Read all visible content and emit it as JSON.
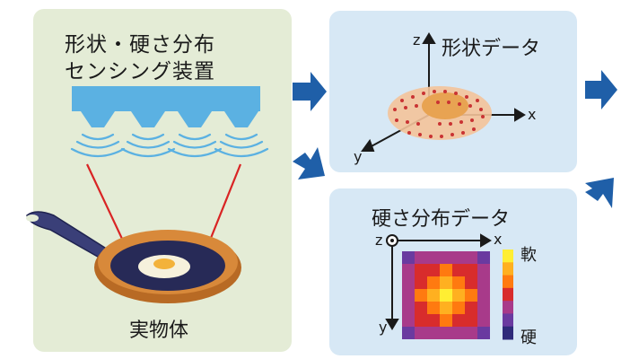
{
  "device": {
    "title_line1": "形状・硬さ分布",
    "title_line2": "センシング装置"
  },
  "object": {
    "label": "実物体"
  },
  "shape_data": {
    "title": "形状データ",
    "axis_x": "x",
    "axis_y": "y",
    "axis_z": "z"
  },
  "hardness_data": {
    "title": "硬さ分布データ",
    "axis_x": "x",
    "axis_y": "y",
    "axis_z": "z",
    "scale_top": "軟",
    "scale_bottom": "硬"
  },
  "colors": {
    "left_panel": "#e4ecd6",
    "right_panel": "#d7e8f5",
    "device_blue": "#5bb1e2",
    "arrow_blue": "#1f5fa8",
    "laser_red": "#d92424",
    "dot_red": "#c93333"
  },
  "chart_data": {
    "type": "heatmap",
    "grid": [
      [
        0.2,
        0.3,
        0.3,
        0.35,
        0.3,
        0.3,
        0.2
      ],
      [
        0.3,
        0.45,
        0.55,
        0.6,
        0.55,
        0.45,
        0.3
      ],
      [
        0.3,
        0.55,
        0.75,
        0.85,
        0.75,
        0.55,
        0.3
      ],
      [
        0.35,
        0.6,
        0.85,
        1.0,
        0.85,
        0.6,
        0.35
      ],
      [
        0.3,
        0.55,
        0.75,
        0.85,
        0.75,
        0.55,
        0.3
      ],
      [
        0.3,
        0.45,
        0.55,
        0.6,
        0.55,
        0.45,
        0.3
      ],
      [
        0.2,
        0.3,
        0.3,
        0.35,
        0.3,
        0.3,
        0.2
      ]
    ],
    "colorbar": [
      "#ffee33",
      "#ffb020",
      "#ff7a10",
      "#d82c2c",
      "#a83a8a",
      "#6a3aa0",
      "#2f2a7a"
    ]
  }
}
